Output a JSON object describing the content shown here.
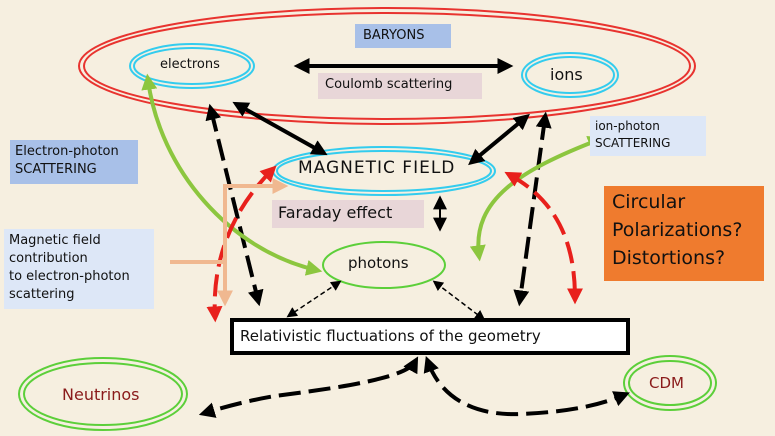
{
  "nodes": {
    "baryons": "BARYONS",
    "electrons": "electrons",
    "ions": "ions",
    "coulomb": "Coulomb scattering",
    "magnetic_field": "MAGNETIC  FIELD",
    "faraday": "Faraday effect",
    "photons": "photons",
    "geometry": "Relativistic fluctuations of the geometry",
    "neutrinos": "Neutrinos",
    "cdm": "CDM"
  },
  "labels": {
    "electron_photon": [
      "Electron-photon",
      "SCATTERING"
    ],
    "ion_photon": [
      "ion-photon",
      "SCATTERING"
    ],
    "magnetic_contribution": [
      "Magnetic field",
      "contribution",
      "to electron-photon",
      "scattering"
    ],
    "question": [
      "Circular",
      "Polarizations?",
      "Distortions?"
    ]
  },
  "colors": {
    "background": "#f6efe0",
    "baryon_ellipse": "#e8332f",
    "cyan_ellipse": "#33ccee",
    "green_ellipse": "#5ccf3a",
    "label_blue": "#dde7f7",
    "label_blue_dark": "#a8c0e8",
    "label_pink": "#e8d6d8",
    "question_box": "#ef7b2e",
    "arrow_green": "#8cc63f",
    "arrow_red": "#e8201c",
    "arrow_black": "#000000",
    "arrow_peach": "#f0b890"
  }
}
